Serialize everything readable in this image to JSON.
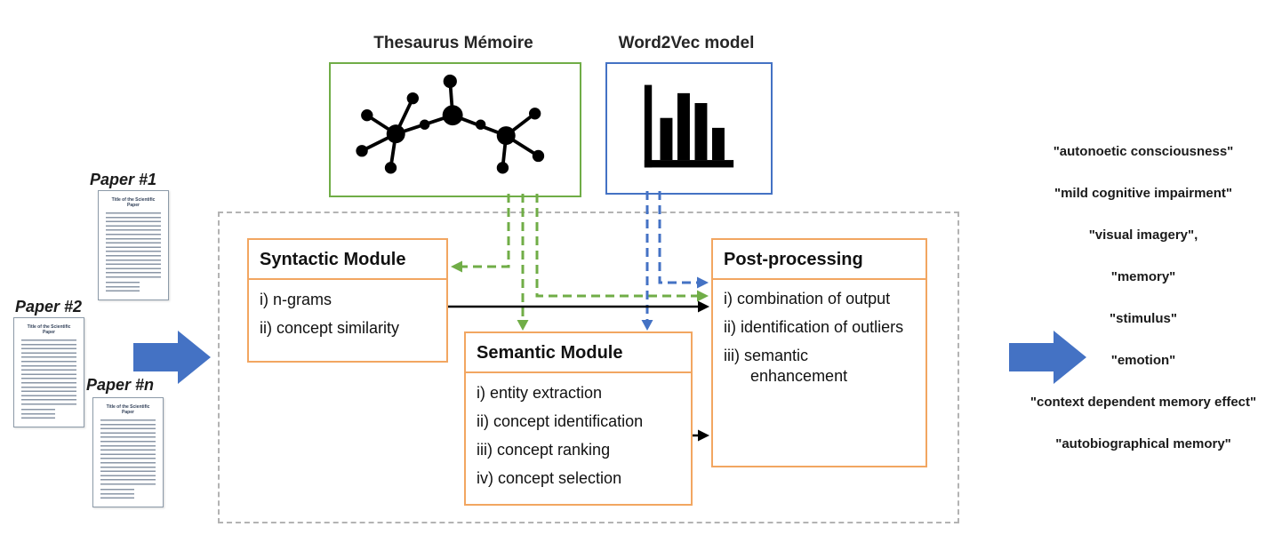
{
  "colors": {
    "green": "#70ad47",
    "blue": "#4472c4",
    "orange": "#f2a661",
    "dashgray": "#b3b3b3"
  },
  "sources": {
    "thesaurus": {
      "label": "Thesaurus Mémoire",
      "icon": "network-graph-icon"
    },
    "word2vec": {
      "label": "Word2Vec model",
      "icon": "bar-chart-icon"
    }
  },
  "papers": [
    {
      "label": "Paper #1",
      "doc_title": "Title of the Scientific Paper"
    },
    {
      "label": "Paper #2",
      "doc_title": "Title of the Scientific Paper"
    },
    {
      "label": "Paper #n",
      "doc_title": "Title of the Scientific Paper"
    }
  ],
  "modules": {
    "syntactic": {
      "title": "Syntactic Module",
      "items": [
        "i) n-grams",
        "ii) concept similarity"
      ]
    },
    "semantic": {
      "title": "Semantic Module",
      "items": [
        "i) entity extraction",
        "ii) concept identification",
        "iii) concept ranking",
        "iv) concept selection"
      ]
    },
    "post": {
      "title": "Post-processing",
      "items": [
        "i) combination of output",
        "ii) identification of outliers",
        "iii) semantic enhancement"
      ]
    }
  },
  "output_terms": [
    "\"autonoetic consciousness\"",
    "\"mild cognitive impairment\"",
    "\"visual imagery\",",
    "\"memory\"",
    "\"stimulus\"",
    "\"emotion\"",
    "\"context dependent memory effect\"",
    "\"autobiographical memory\""
  ]
}
